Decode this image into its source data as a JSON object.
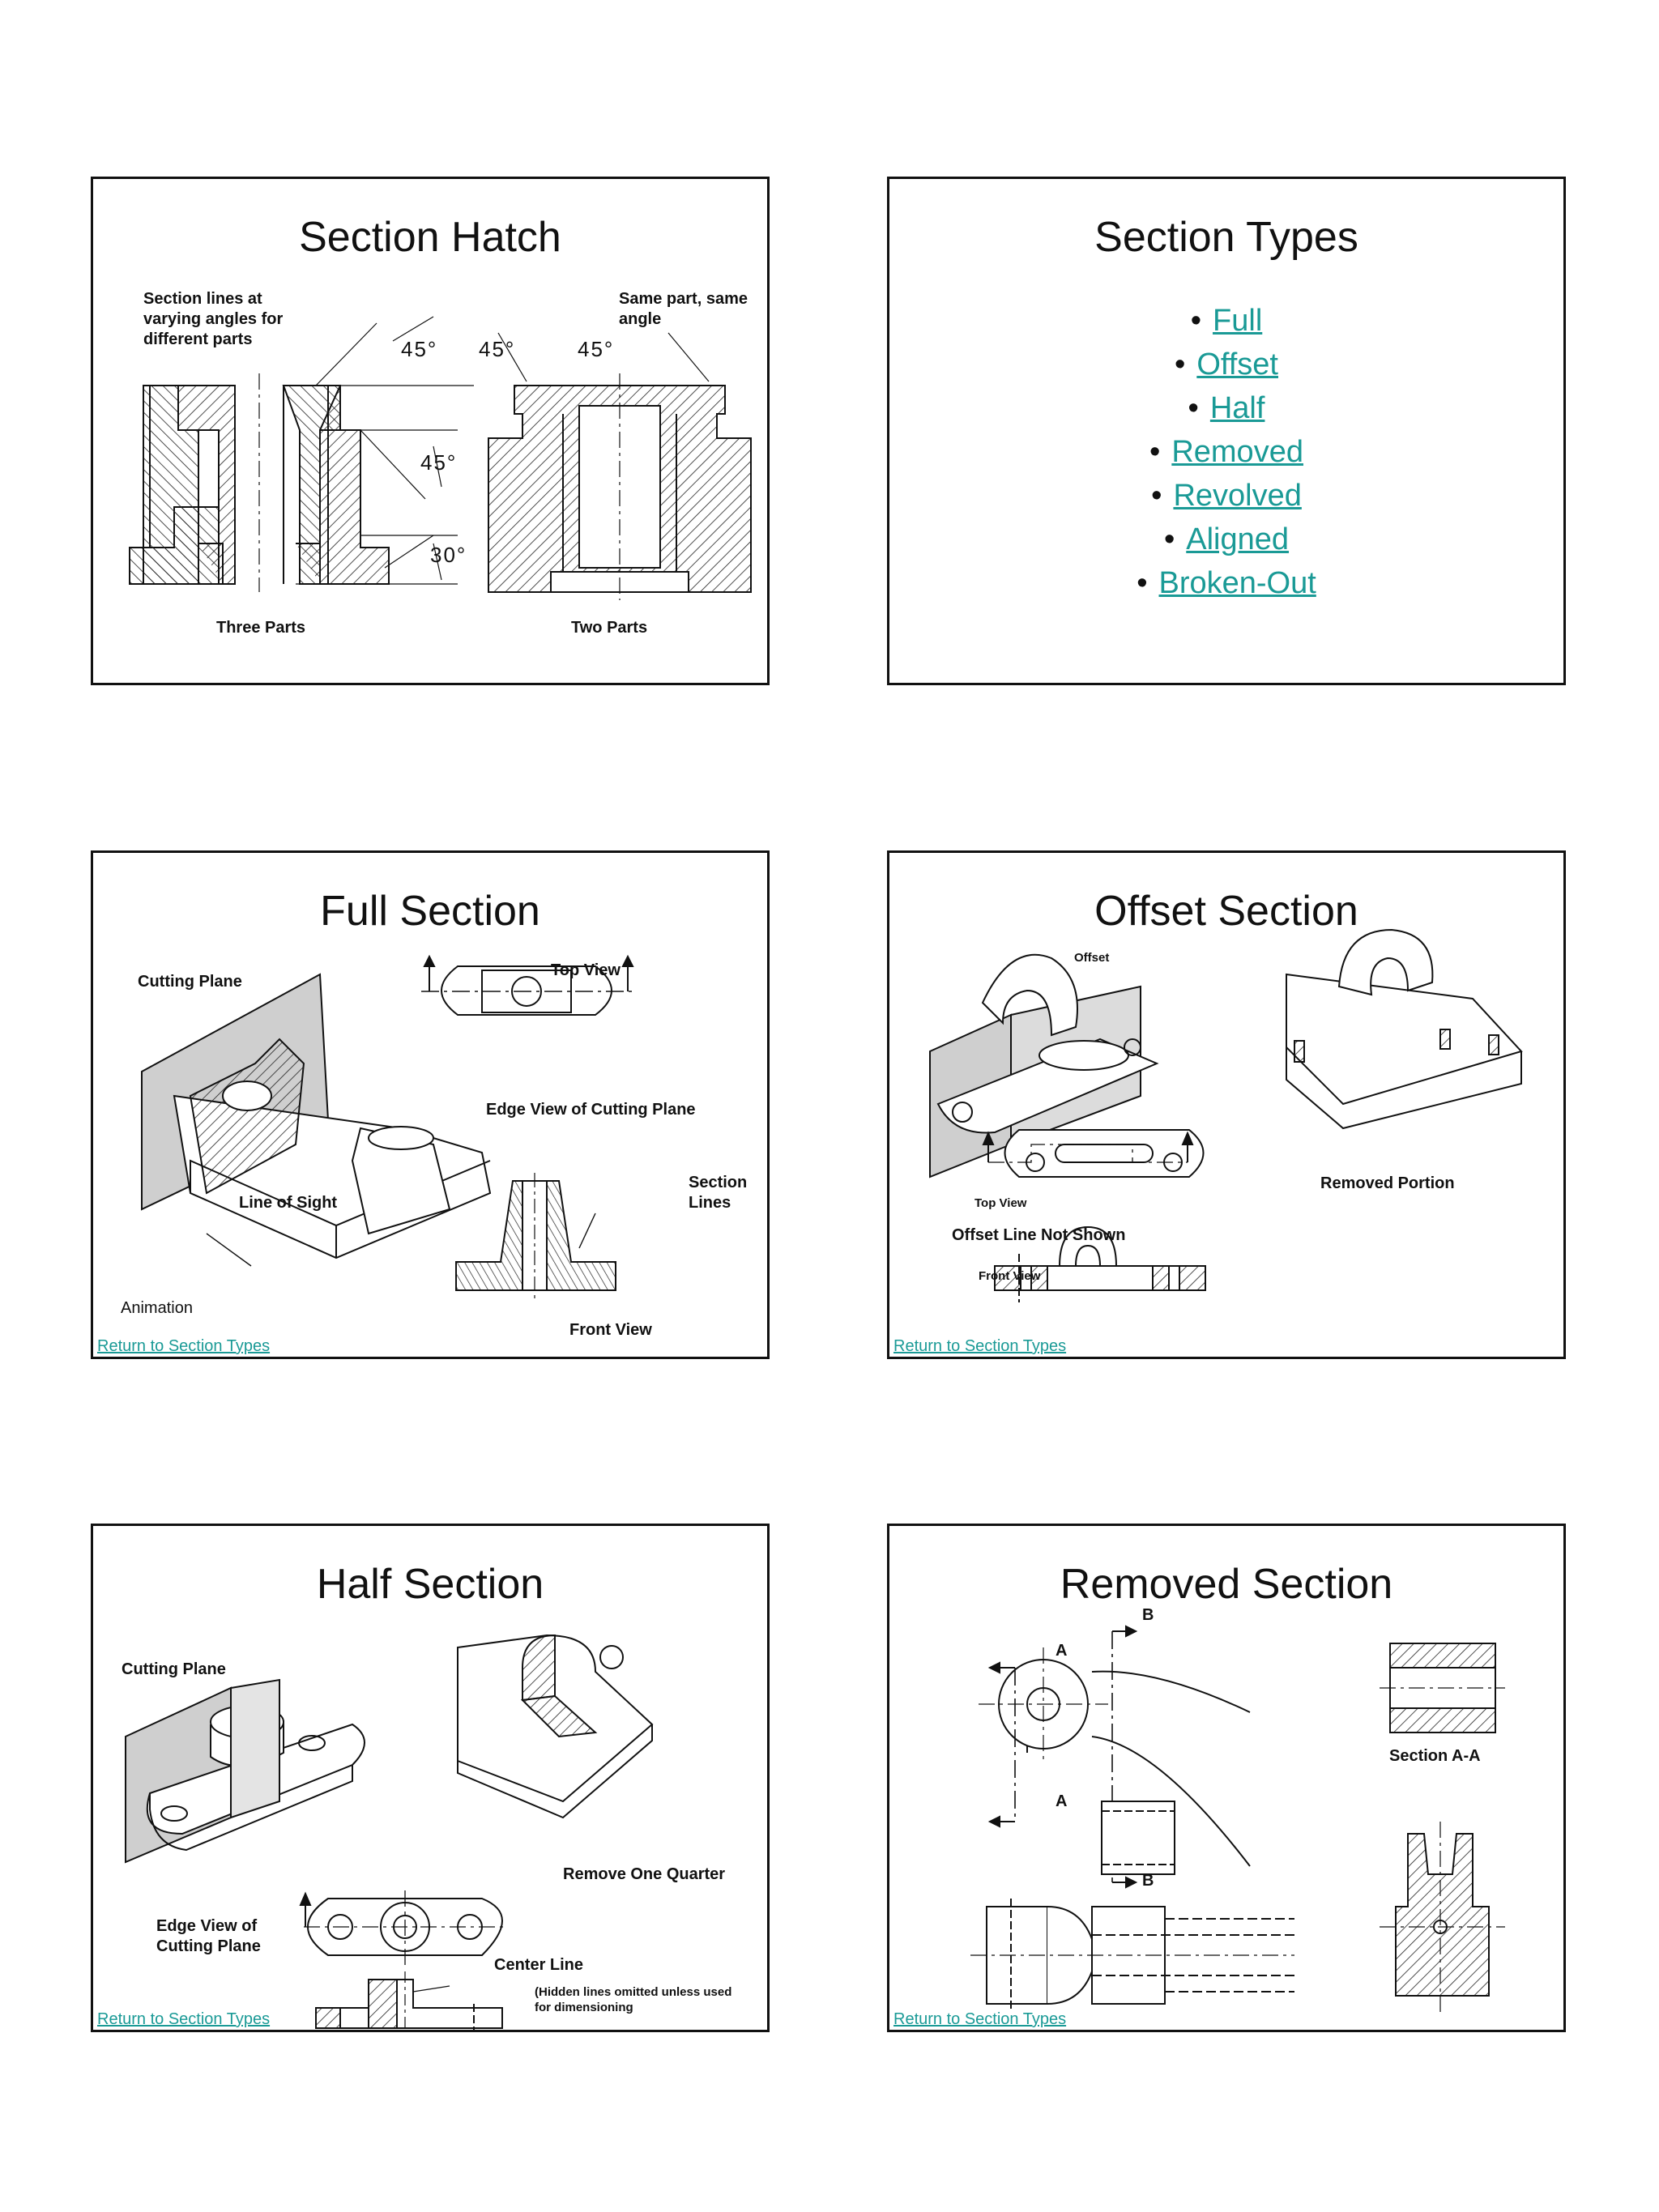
{
  "slides": {
    "hatch": {
      "title": "Section Hatch",
      "note_left": "Section lines at varying angles for different parts",
      "note_right": "Same part, same angle",
      "angle_45_a": "45°",
      "angle_45_b": "45°",
      "angle_45_c": "45°",
      "angle_45_d": "45°",
      "angle_30": "30°",
      "caption_left": "Three Parts",
      "caption_right": "Two Parts"
    },
    "types": {
      "title": "Section Types",
      "items": [
        "Full",
        "Offset",
        "Half",
        "Removed",
        "Revolved",
        "Aligned",
        "Broken-Out"
      ]
    },
    "full": {
      "title": "Full Section",
      "cutting_plane": "Cutting Plane",
      "top_view": "Top View",
      "edge_view": "Edge View of Cutting Plane",
      "section_lines": "Section Lines",
      "line_of_sight": "Line of Sight",
      "front_view": "Front View",
      "animation": "Animation",
      "return": "Return to Section Types"
    },
    "offset": {
      "title": "Offset Section",
      "offset": "Offset",
      "top_view": "Top View",
      "removed_portion": "Removed Portion",
      "offset_line": "Offset Line Not Shown",
      "front_view": "Front View",
      "return": "Return to Section Types"
    },
    "half": {
      "title": "Half Section",
      "cutting_plane": "Cutting Plane",
      "remove_quarter": "Remove One Quarter",
      "edge_view": "Edge View of Cutting Plane",
      "center_line": "Center Line",
      "hidden_note": "(Hidden lines omitted unless used for dimensioning",
      "return": "Return to Section Types"
    },
    "removed": {
      "title": "Removed Section",
      "label_a_top": "A",
      "label_a_bottom": "A",
      "label_b_top": "B",
      "label_b_bottom": "B",
      "section_aa": "Section A-A",
      "return": "Return to Section Types"
    }
  }
}
